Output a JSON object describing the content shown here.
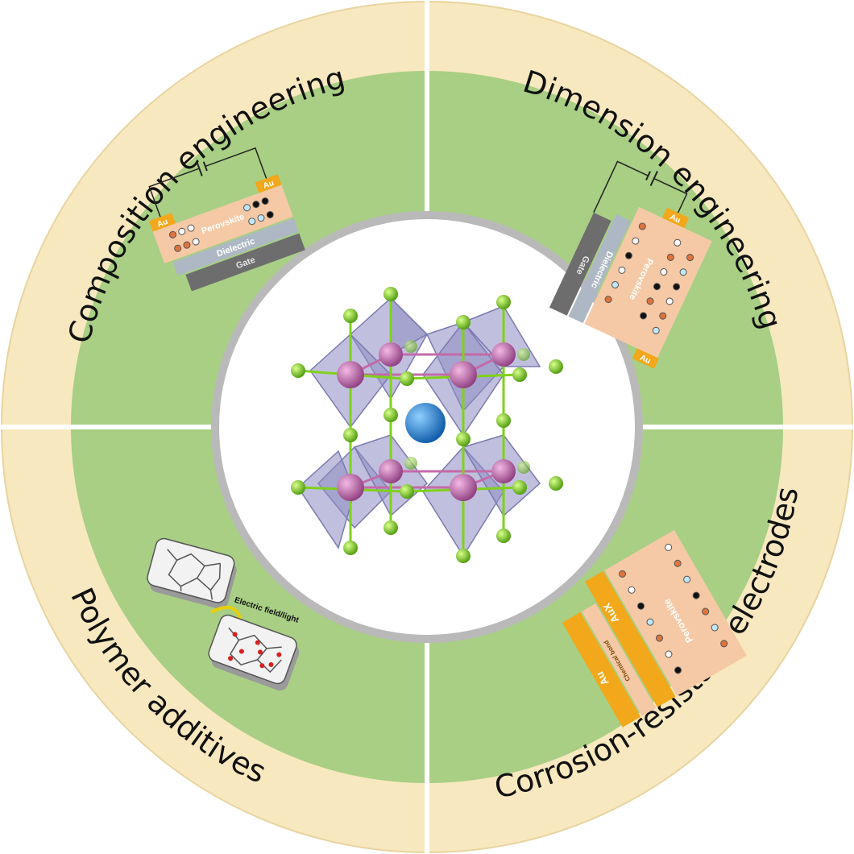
{
  "colors": {
    "outer_ring": "#f8e8bf",
    "inner_ring": "#a8cf84",
    "center_border": "#b9b9b9",
    "center": "#ffffff",
    "gold": "#f2a81a",
    "perovskite": "#f5c9a5",
    "dielectric": "#aeb8c4",
    "gate": "#6d6d6d",
    "octahedron": "#8d8dc2",
    "b_site": "#c46aa8",
    "x_site": "#7fd11b",
    "a_site": "#1e78c8"
  },
  "quadrants": {
    "top_left": {
      "label": "Composition engineering",
      "device": {
        "au_left": "Au",
        "au_right": "Au",
        "layer1": "Perovskite",
        "layer2": "Dielectric",
        "layer3": "Gate"
      }
    },
    "top_right": {
      "label": "Dimension engineering",
      "device": {
        "au_left": "Au",
        "au_right": "Au",
        "layer1": "Perovskite",
        "layer2": "Dielectric",
        "layer3": "Gate"
      }
    },
    "bottom_left": {
      "label": "Polymer additives",
      "arrow_label": "Electric field/light"
    },
    "bottom_right": {
      "label": "Corrosion-resistant electrodes",
      "device": {
        "au": "Au",
        "aux": "AuX",
        "layer1": "Perovskite",
        "middle": "Chemical bond"
      }
    }
  },
  "icons": {
    "crystal": "perovskite-crystal-structure-icon",
    "battery": "battery-symbol-icon"
  }
}
